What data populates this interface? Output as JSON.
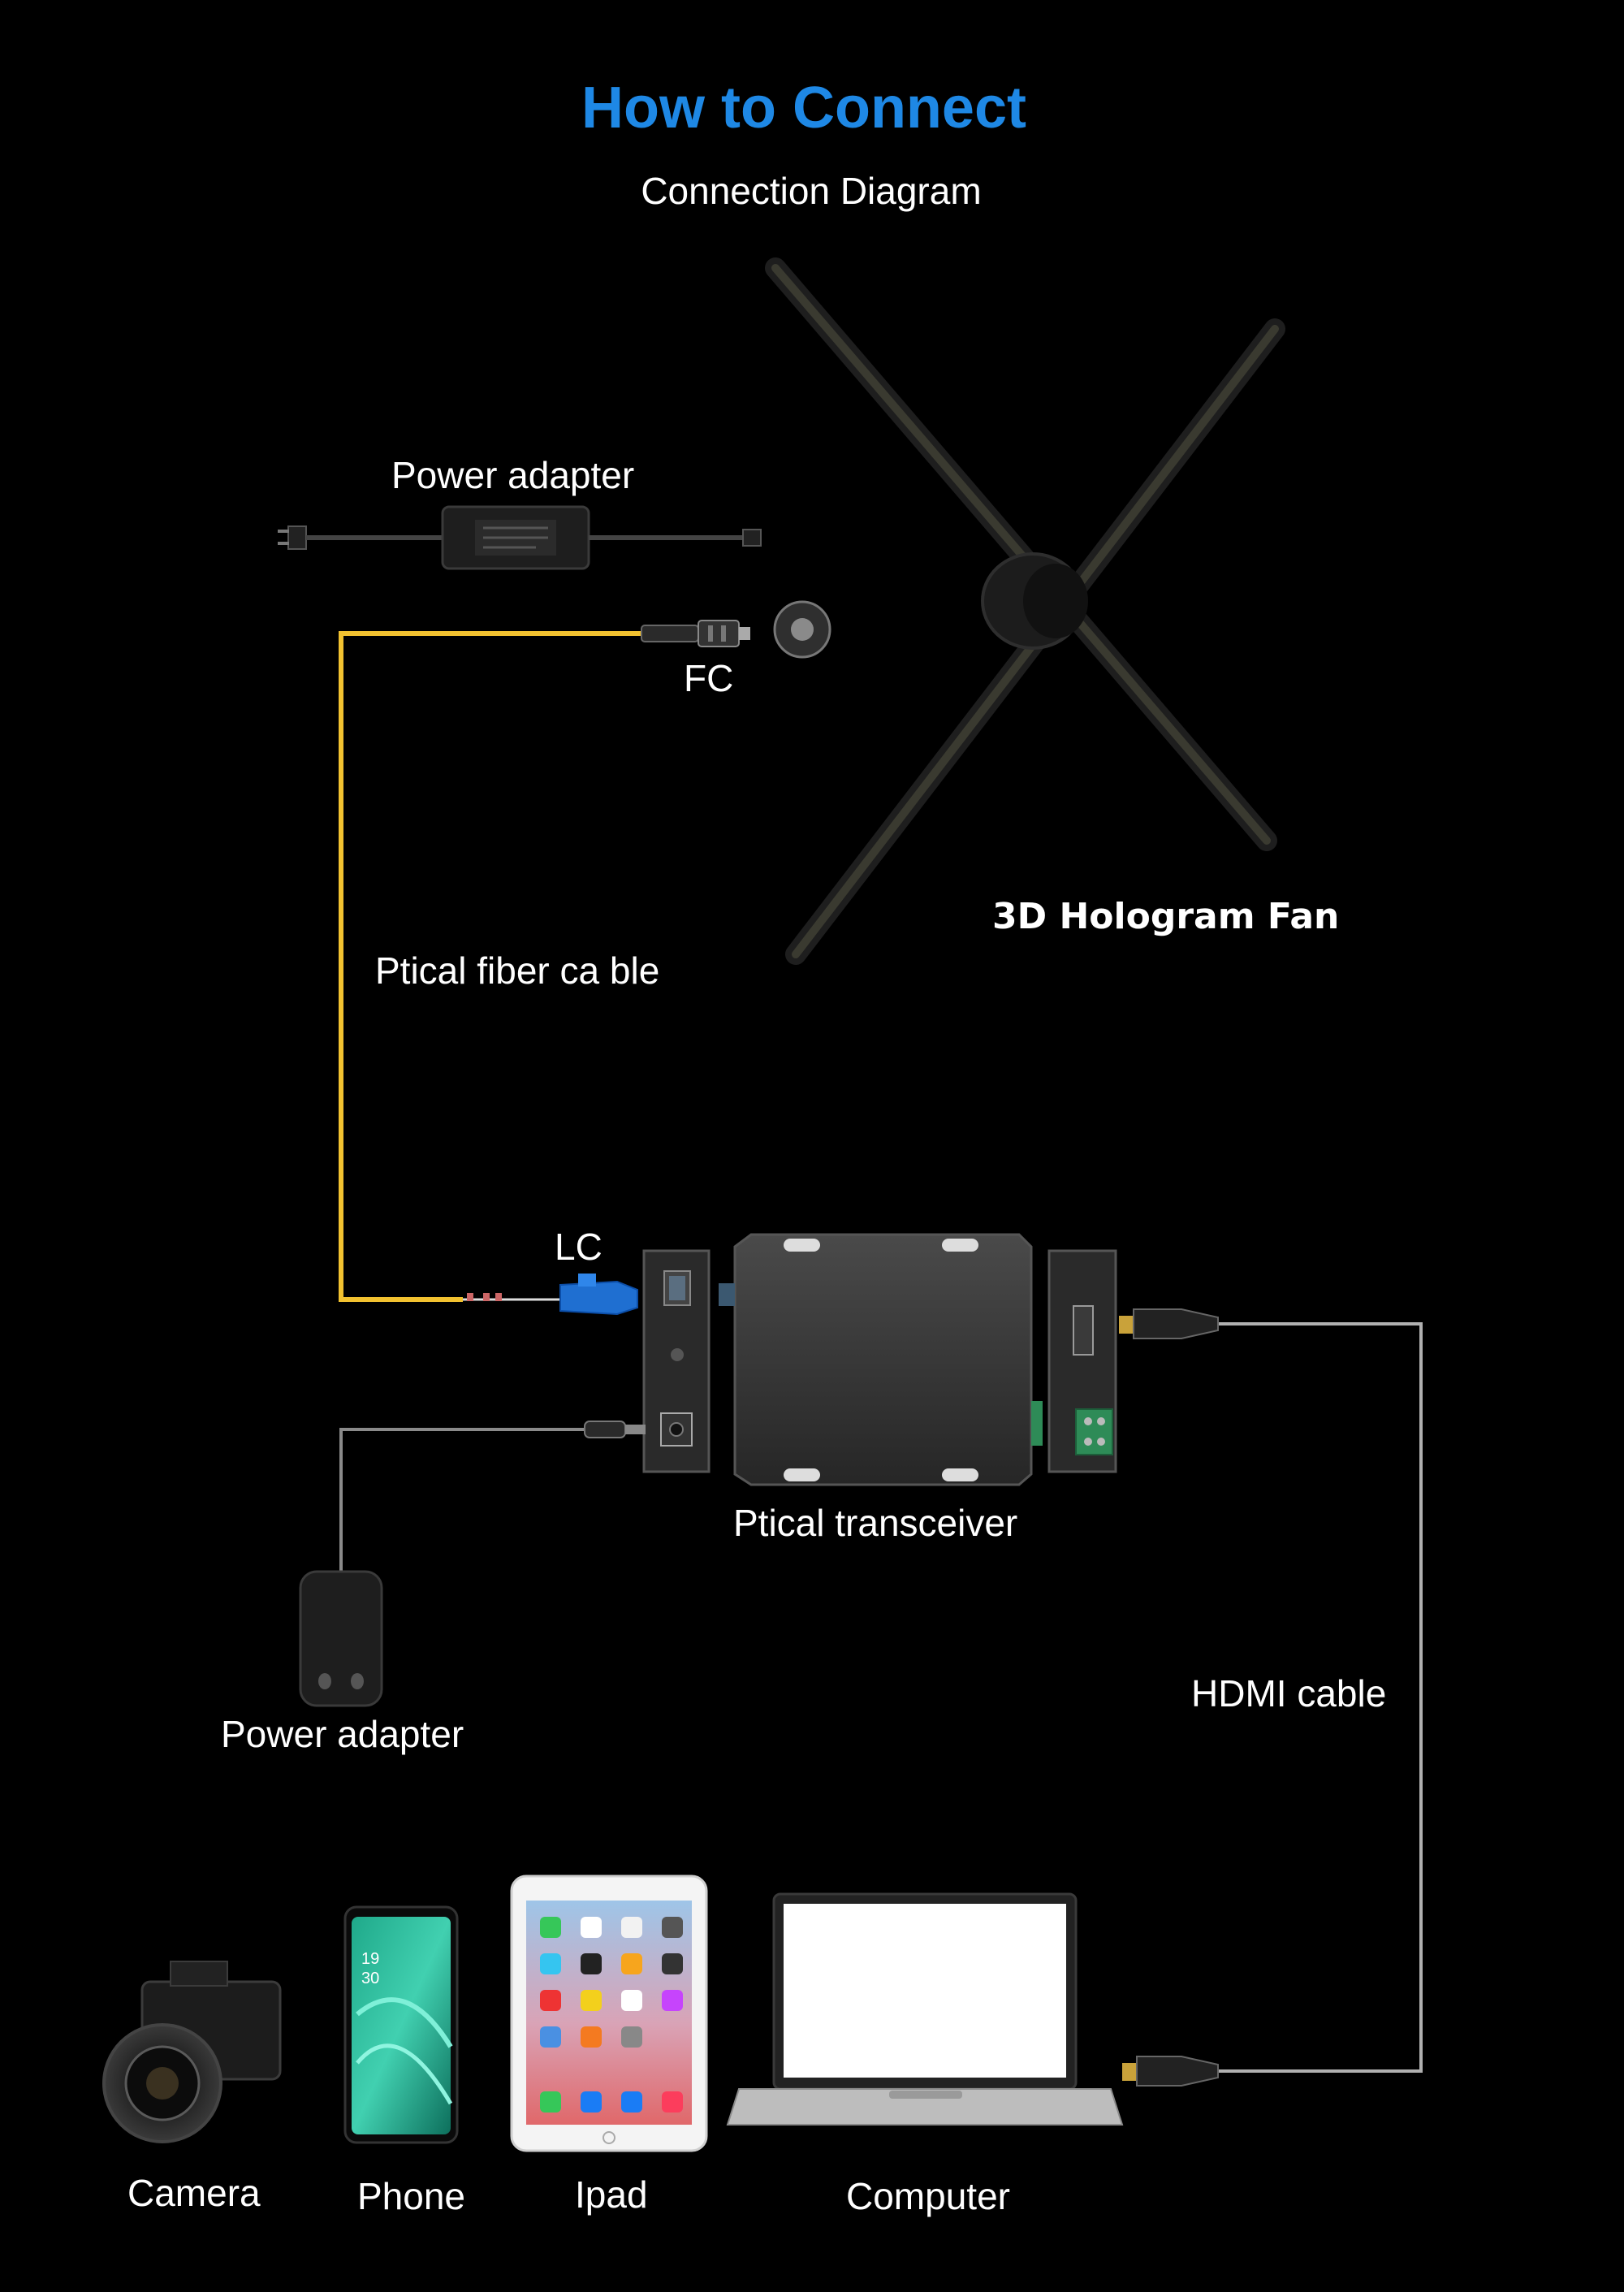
{
  "header": {
    "title": "How to Connect",
    "subtitle": "Connection Diagram"
  },
  "labels": {
    "power_adapter_top": "Power adapter",
    "fc": "FC",
    "fan": "3D Hologram Fan",
    "fiber_cable": "Ptical fiber ca ble",
    "lc": "LC",
    "transceiver": "Ptical transceiver",
    "power_adapter_bottom": "Power adapter",
    "hdmi_cable": "HDMI cable",
    "camera": "Camera",
    "phone": "Phone",
    "ipad": "Ipad",
    "computer": "Computer"
  },
  "colors": {
    "title": "#1e88e5",
    "fiber_cable": "#f2c230",
    "hdmi_cable": "#b0b0b0",
    "power_cable": "#9a9a9a"
  },
  "phone_screen": {
    "time_hour": "19",
    "time_min": "30"
  }
}
